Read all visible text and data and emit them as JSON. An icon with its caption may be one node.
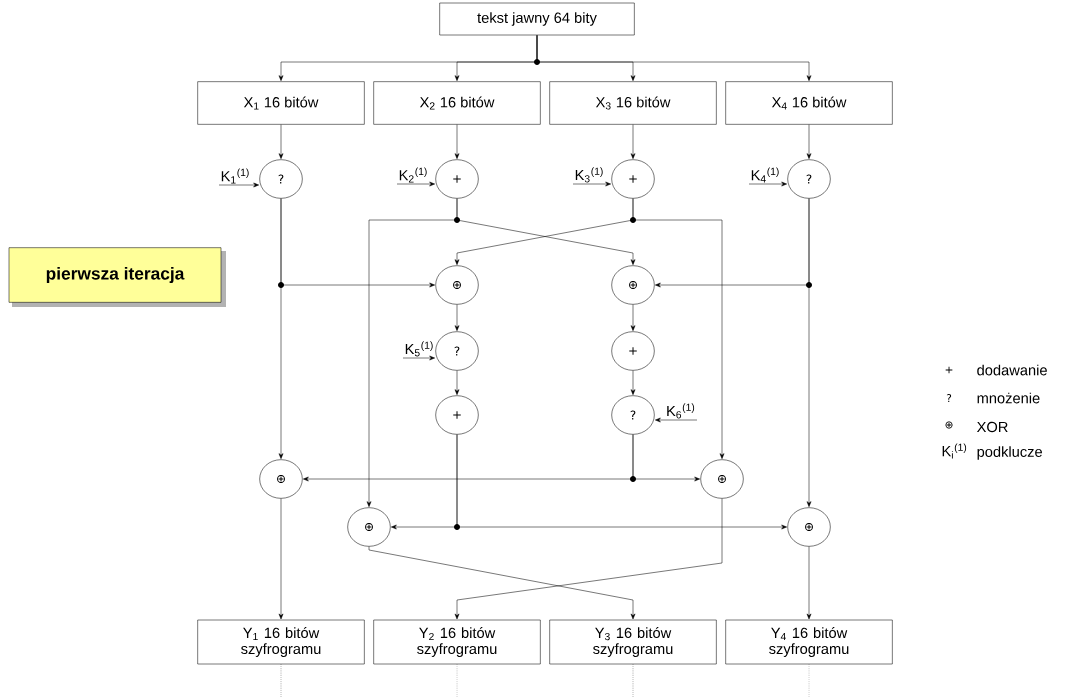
{
  "diagram": {
    "nodes": [
      {
        "text": [
          "tekst jawny 64 bity"
        ]
      },
      {
        "text": [
          "X$_{1}$ 16 bitów"
        ]
      },
      {
        "text": [
          "X$_{2}$ 16 bitów"
        ]
      },
      {
        "text": [
          "X$_{3}$ 16 bitów"
        ]
      },
      {
        "text": [
          "X$_{4}$ 16 bitów"
        ]
      },
      {
        "text": [
          "K$_{1}$$^{(1)}$"
        ]
      },
      {
        "text": [
          "?"
        ]
      },
      {
        "text": [
          "K$_{2}$$^{(1)}$"
        ]
      },
      {
        "text": [
          "+"
        ]
      },
      {
        "text": [
          "K$_{3}$$^{(1)}$"
        ]
      },
      {
        "text": [
          "+"
        ]
      },
      {
        "text": [
          "K$_{4}$$^{(1)}$"
        ]
      },
      {
        "text": [
          "?"
        ]
      },
      {
        "text": [
          "⊕"
        ]
      },
      {
        "text": [
          "⊕"
        ]
      },
      {
        "text": [
          "K$_{5}$$^{(1)}$"
        ]
      },
      {
        "text": [
          "?"
        ]
      },
      {
        "text": [
          "+"
        ]
      },
      {
        "text": [
          "+"
        ]
      },
      {
        "text": [
          "?"
        ]
      },
      {
        "text": [
          "K$_{6}$$^{(1)}$"
        ]
      },
      {
        "text": [
          "⊕"
        ]
      },
      {
        "text": [
          "⊕"
        ]
      },
      {
        "text": [
          "⊕"
        ]
      },
      {
        "text": [
          "⊕"
        ]
      },
      {
        "text": [
          "Y$_{1}$ 16 bitów szyfrogramu"
        ]
      },
      {
        "text": [
          "Y$_{2}$ 16 bitów szyfrogramu"
        ]
      },
      {
        "text": [
          "Y$_{3}$ 16 bitów szyfrogramu"
        ]
      },
      {
        "text": [
          "Y$_{4}$ 16 bitów szyfrogramu"
        ]
      },
      {
        "text": [
          "pierwsza iteracja"
        ]
      }
    ],
    "edges": [
      {
        "from": 0,
        "to": 1,
        "arrow": "to"
      },
      {
        "from": 0,
        "to": 2,
        "arrow": "to"
      },
      {
        "from": 0,
        "to": 3,
        "arrow": "to"
      },
      {
        "from": 0,
        "to": 4,
        "arrow": "to"
      },
      {
        "from": 1,
        "to": 6,
        "arrow": "to"
      },
      {
        "from": 2,
        "to": 8,
        "arrow": "to"
      },
      {
        "from": 3,
        "to": 10,
        "arrow": "to"
      },
      {
        "from": 4,
        "to": 12,
        "arrow": "to"
      },
      {
        "from": 5,
        "to": 6,
        "arrow": "to"
      },
      {
        "from": 7,
        "to": 8,
        "arrow": "to"
      },
      {
        "from": 9,
        "to": 10,
        "arrow": "to"
      },
      {
        "from": 11,
        "to": 12,
        "arrow": "to"
      },
      {
        "from": 8,
        "to": 14,
        "arrow": "to"
      },
      {
        "from": 8,
        "to": 23,
        "arrow": "to"
      },
      {
        "from": 10,
        "to": 13,
        "arrow": "to"
      },
      {
        "from": 10,
        "to": 22,
        "arrow": "to"
      },
      {
        "from": 6,
        "to": 13,
        "arrow": "to"
      },
      {
        "from": 6,
        "to": 21,
        "arrow": "to"
      },
      {
        "from": 12,
        "to": 14,
        "arrow": "to"
      },
      {
        "from": 12,
        "to": 24,
        "arrow": "to"
      },
      {
        "from": 13,
        "to": 16,
        "arrow": "to"
      },
      {
        "from": 16,
        "to": 18,
        "arrow": "to"
      },
      {
        "from": 14,
        "to": 17,
        "arrow": "to"
      },
      {
        "from": 17,
        "to": 19,
        "arrow": "to"
      },
      {
        "from": 15,
        "to": 16,
        "arrow": "to"
      },
      {
        "from": 20,
        "to": 19,
        "arrow": "to"
      },
      {
        "from": 19,
        "to": 21,
        "arrow": "to"
      },
      {
        "from": 19,
        "to": 22,
        "arrow": "to"
      },
      {
        "from": 18,
        "to": 23,
        "arrow": "to"
      },
      {
        "from": 18,
        "to": 24,
        "arrow": "to"
      },
      {
        "from": 21,
        "to": 25,
        "arrow": "to"
      },
      {
        "from": 23,
        "to": 27,
        "arrow": "to"
      },
      {
        "from": 22,
        "to": 26,
        "arrow": "to"
      },
      {
        "from": 24,
        "to": 28,
        "arrow": "to"
      },
      {
        "from": 25,
        "to": null,
        "arrow": "none",
        "style": "dashed"
      },
      {
        "from": 26,
        "to": null,
        "arrow": "none",
        "style": "dashed"
      },
      {
        "from": 27,
        "to": null,
        "arrow": "none",
        "style": "dashed"
      },
      {
        "from": 28,
        "to": null,
        "arrow": "none",
        "style": "dashed"
      }
    ],
    "labels": [
      "+",
      "dodawanie",
      "?",
      "mnożenie",
      "⊕",
      "XOR",
      "K$_{i}$$^{(1)}$",
      "podklucze"
    ]
  }
}
